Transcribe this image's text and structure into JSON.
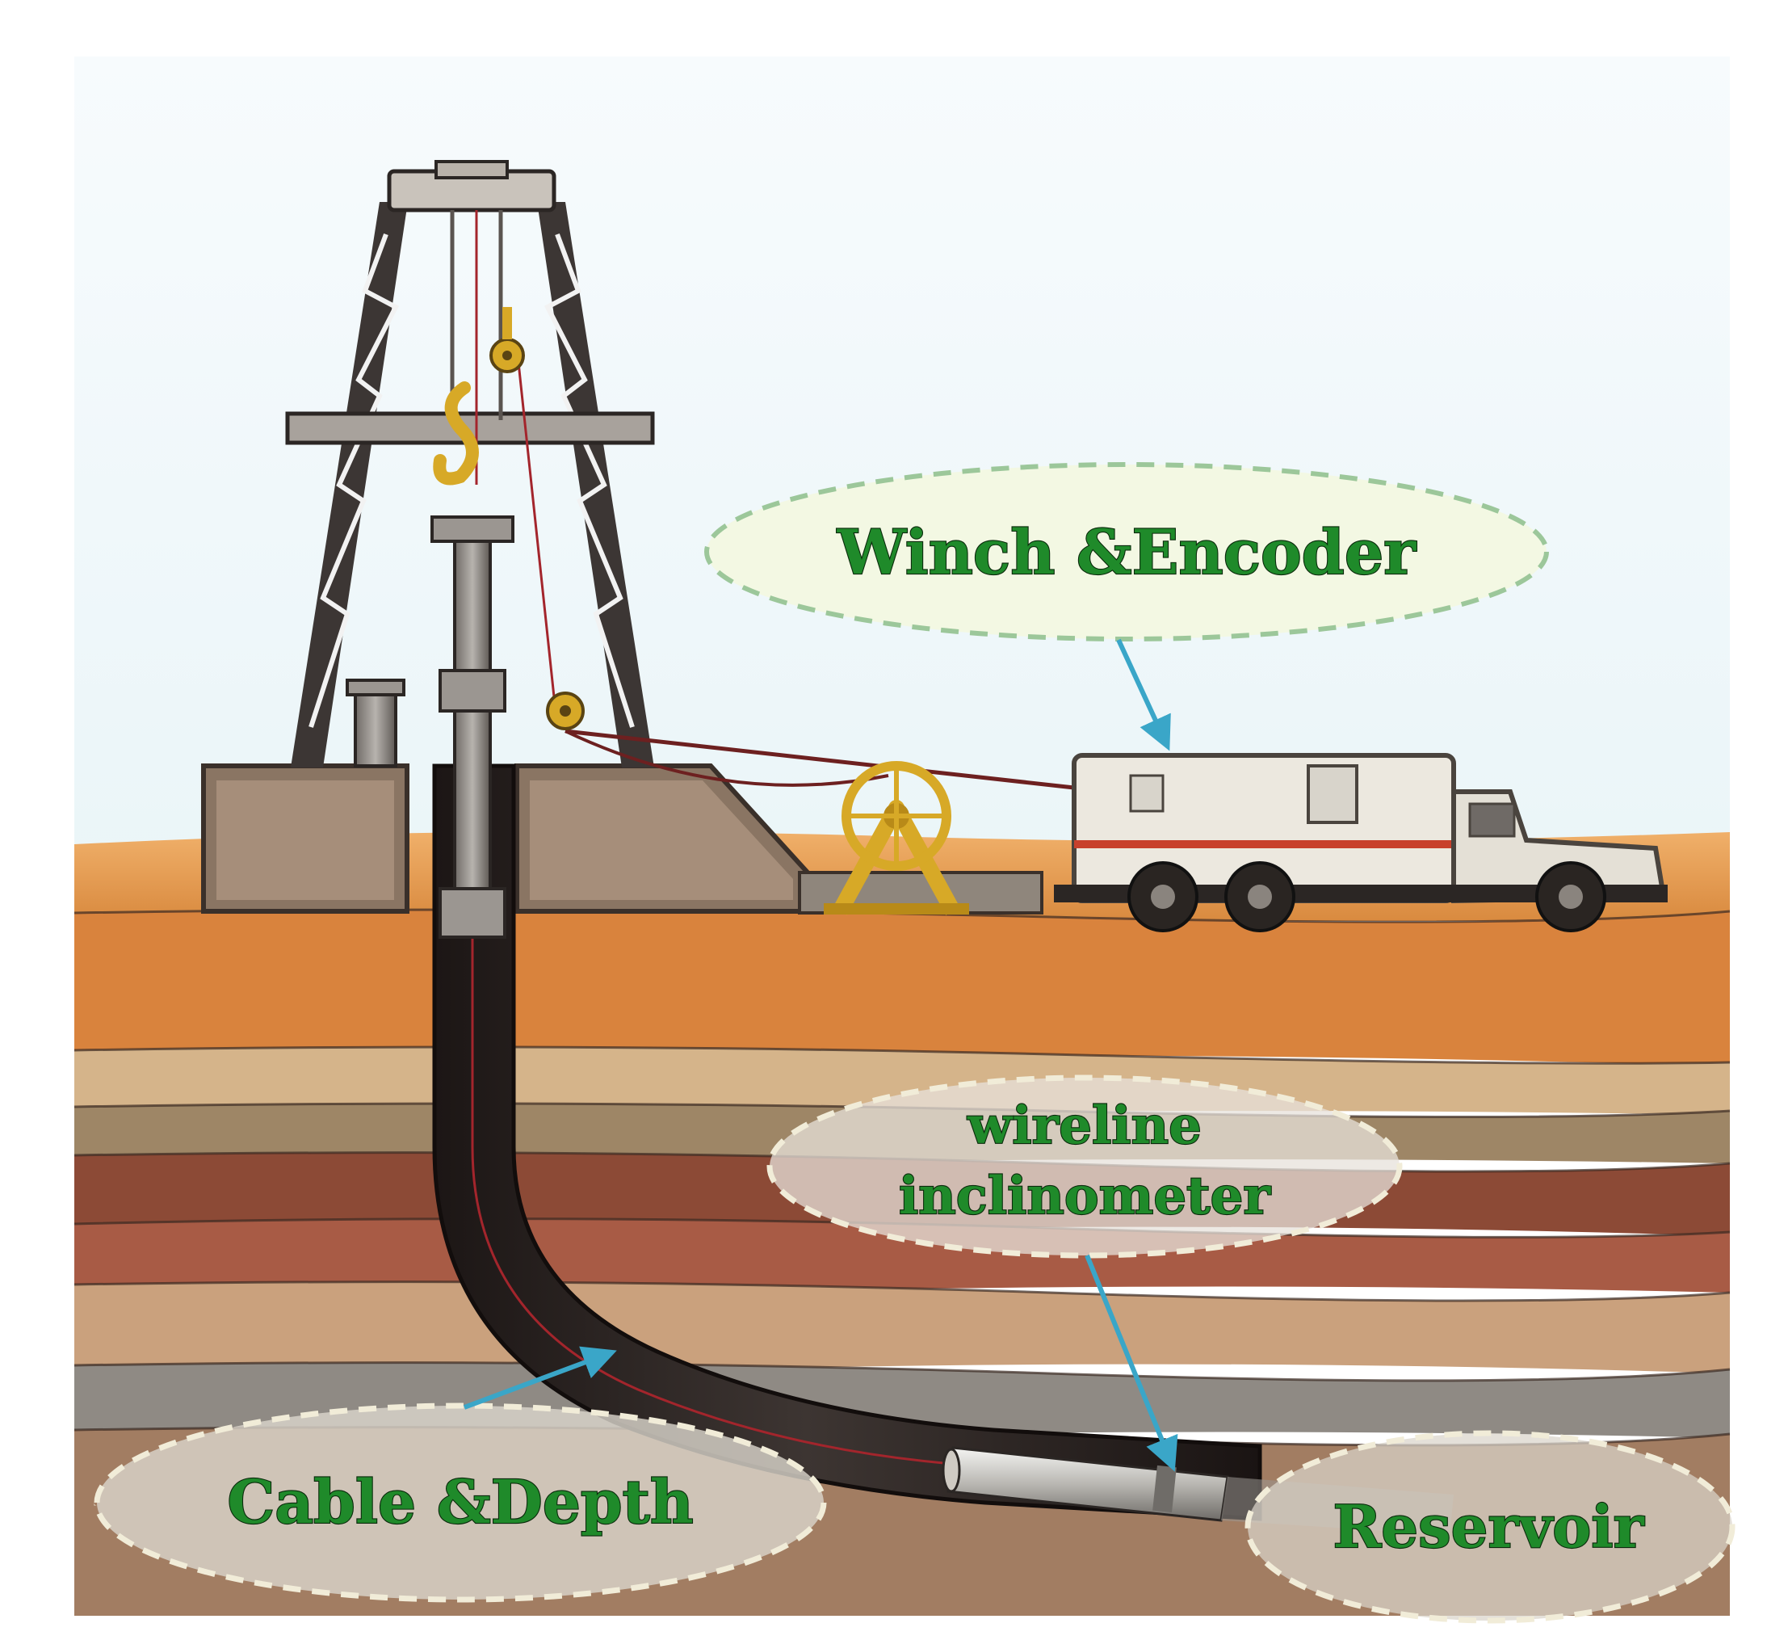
{
  "labels": {
    "winch_encoder": "Winch &Encoder",
    "wireline_line1": "wireline",
    "wireline_line2": "inclinometer",
    "cable_depth": "Cable &Depth",
    "reservoir": "Reservoir"
  },
  "colors": {
    "label_text": "#1f8a2a",
    "label_outline": "#0b2a0c",
    "callout_arrow": "#3aa6c8",
    "sky": "#f3fafc",
    "desert_sand": "#e59a4e",
    "wellbore": "#2b2422",
    "cable": "#a3252c",
    "derrick_steel": "#3c3634",
    "pulley_gold": "#d7a927",
    "truck_body": "#ece8df",
    "truck_stripe": "#c8402c"
  },
  "icons": {
    "derrick": "oil-derrick-icon",
    "winch": "cable-winch-icon",
    "truck": "logging-truck-icon",
    "tool": "inclinometer-tool-icon"
  }
}
